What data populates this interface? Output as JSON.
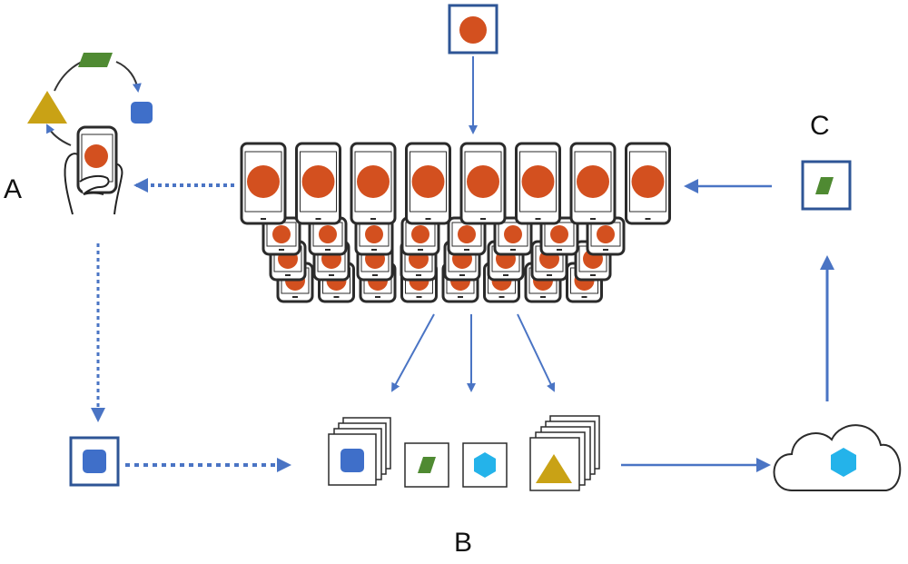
{
  "labels": {
    "a": "A",
    "b": "B",
    "c": "C"
  },
  "colors": {
    "frame": "#2e5596",
    "arrow": "#4a74c4",
    "orange": "#d3501f",
    "blue": "#3f6fc9",
    "green": "#4f8a32",
    "gold": "#c9a215",
    "cyan": "#24b3ea",
    "phone": "#2b2b2b"
  },
  "shapes": {
    "source_item": "orange-circle",
    "user_cycle": [
      "green-parallelogram",
      "blue-square",
      "gold-triangle"
    ],
    "user_contribution": "blue-square",
    "local_sets": [
      "blue-square",
      "green-parallelogram",
      "cyan-hexagon",
      "gold-triangle"
    ],
    "cloud_item": "cyan-hexagon",
    "selected_item": "green-parallelogram"
  },
  "phone_grid": {
    "rows": 4,
    "front_row_count": 8
  }
}
